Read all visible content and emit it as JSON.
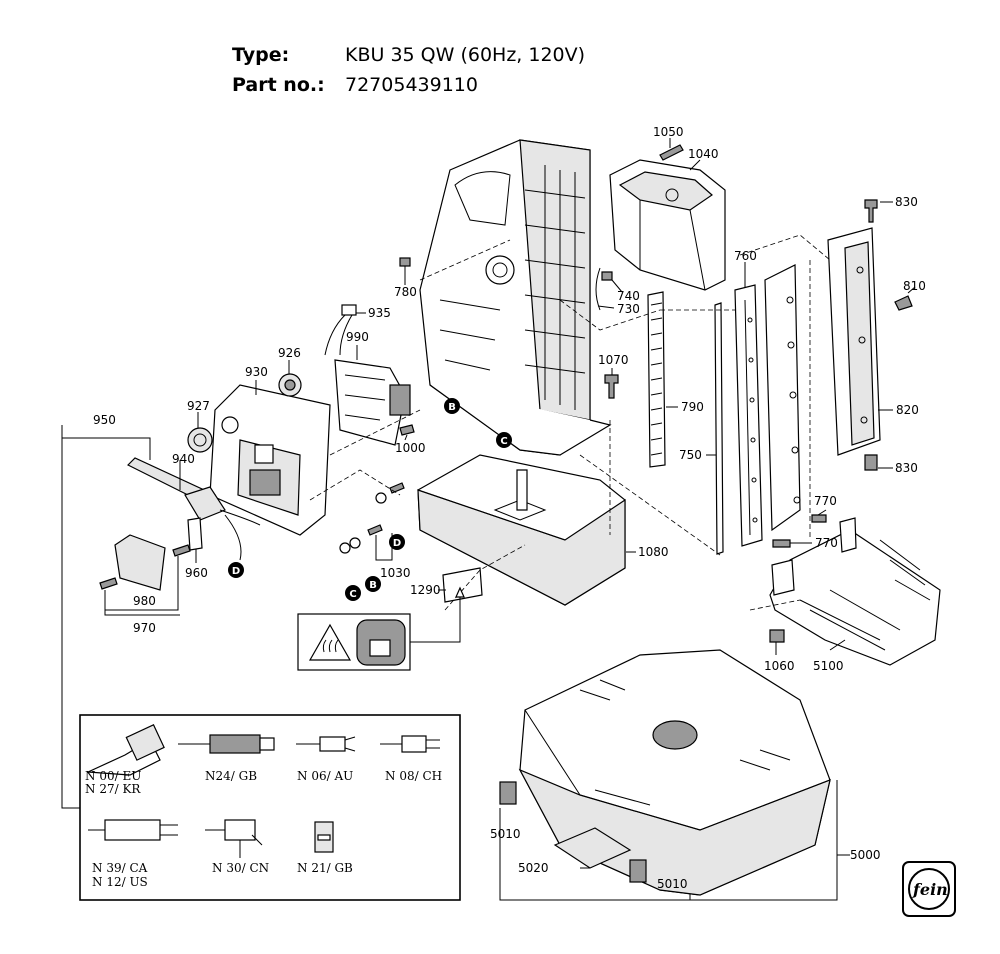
{
  "header": {
    "type_label": "Type:",
    "type_value": "KBU 35 QW (60Hz, 120V)",
    "part_label": "Part no.:",
    "part_value": "72705439110"
  },
  "part_labels": {
    "p1050": "1050",
    "p1040": "1040",
    "p830a": "830",
    "p810": "810",
    "p820": "820",
    "p830b": "830",
    "p780": "780",
    "p740": "740",
    "p730": "730",
    "p760": "760",
    "p790": "790",
    "p750": "750",
    "p770a": "770",
    "p770b": "770",
    "p935": "935",
    "p990": "990",
    "p926": "926",
    "p930": "930",
    "p927": "927",
    "p1070": "1070",
    "p1000": "1000",
    "p950": "950",
    "p940": "940",
    "p960": "960",
    "p980": "980",
    "p970": "970",
    "p1030": "1030",
    "p1080": "1080",
    "p1290": "1290",
    "p1060": "1060",
    "p5100": "5100",
    "p5010a": "5010",
    "p5010b": "5010",
    "p5020": "5020",
    "p5000": "5000"
  },
  "markers": {
    "mB1": "B",
    "mB2": "B",
    "mC1": "C",
    "mC2": "C",
    "mD1": "D",
    "mD2": "D"
  },
  "plugs": {
    "eu_kr": [
      "N 00/ EU",
      "N 27/ KR"
    ],
    "gb24": "N24/ GB",
    "au": "N 06/ AU",
    "ch": "N 08/ CH",
    "ca_us": [
      "N 39/ CA",
      "N 12/ US"
    ],
    "cn": "N 30/ CN",
    "gb21": "N 21/ GB"
  },
  "logo": {
    "icon": "fein-logo-icon"
  },
  "warning": {
    "icons": [
      "hot-surface-icon",
      "magnet-base-icon"
    ]
  }
}
